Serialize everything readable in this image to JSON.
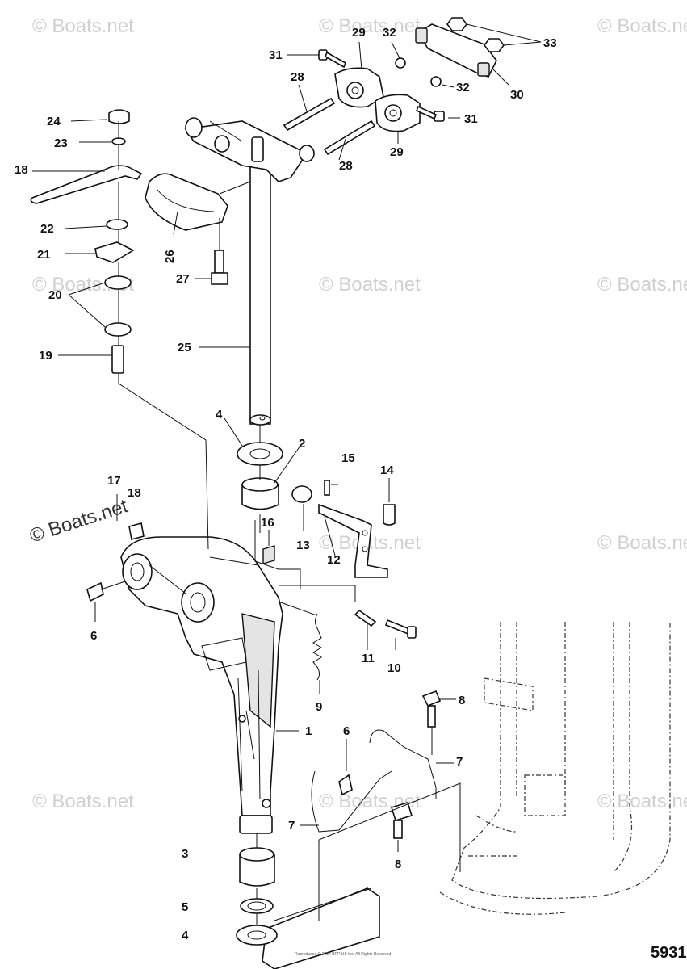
{
  "watermark": "© Boats.net",
  "figure_number": "5931",
  "copyright": "Reproduced © 2014 BRP US Inc. All Rights Reserved",
  "callouts": {
    "c1": "1",
    "c2": "2",
    "c3": "3",
    "c4a": "4",
    "c4b": "4",
    "c5": "5",
    "c6a": "6",
    "c6b": "6",
    "c7a": "7",
    "c7b": "7",
    "c8a": "8",
    "c8b": "8",
    "c9": "9",
    "c10": "10",
    "c11": "11",
    "c12": "12",
    "c13": "13",
    "c14": "14",
    "c15": "15",
    "c16": "16",
    "c17": "17",
    "c18a": "18",
    "c18b": "18",
    "c19": "19",
    "c20": "20",
    "c21": "21",
    "c22": "22",
    "c23": "23",
    "c24": "24",
    "c25": "25",
    "c26": "26",
    "c27": "27",
    "c28a": "28",
    "c28b": "28",
    "c29a": "29",
    "c29b": "29",
    "c30": "30",
    "c31a": "31",
    "c31b": "31",
    "c32a": "32",
    "c32b": "32",
    "c33": "33"
  }
}
